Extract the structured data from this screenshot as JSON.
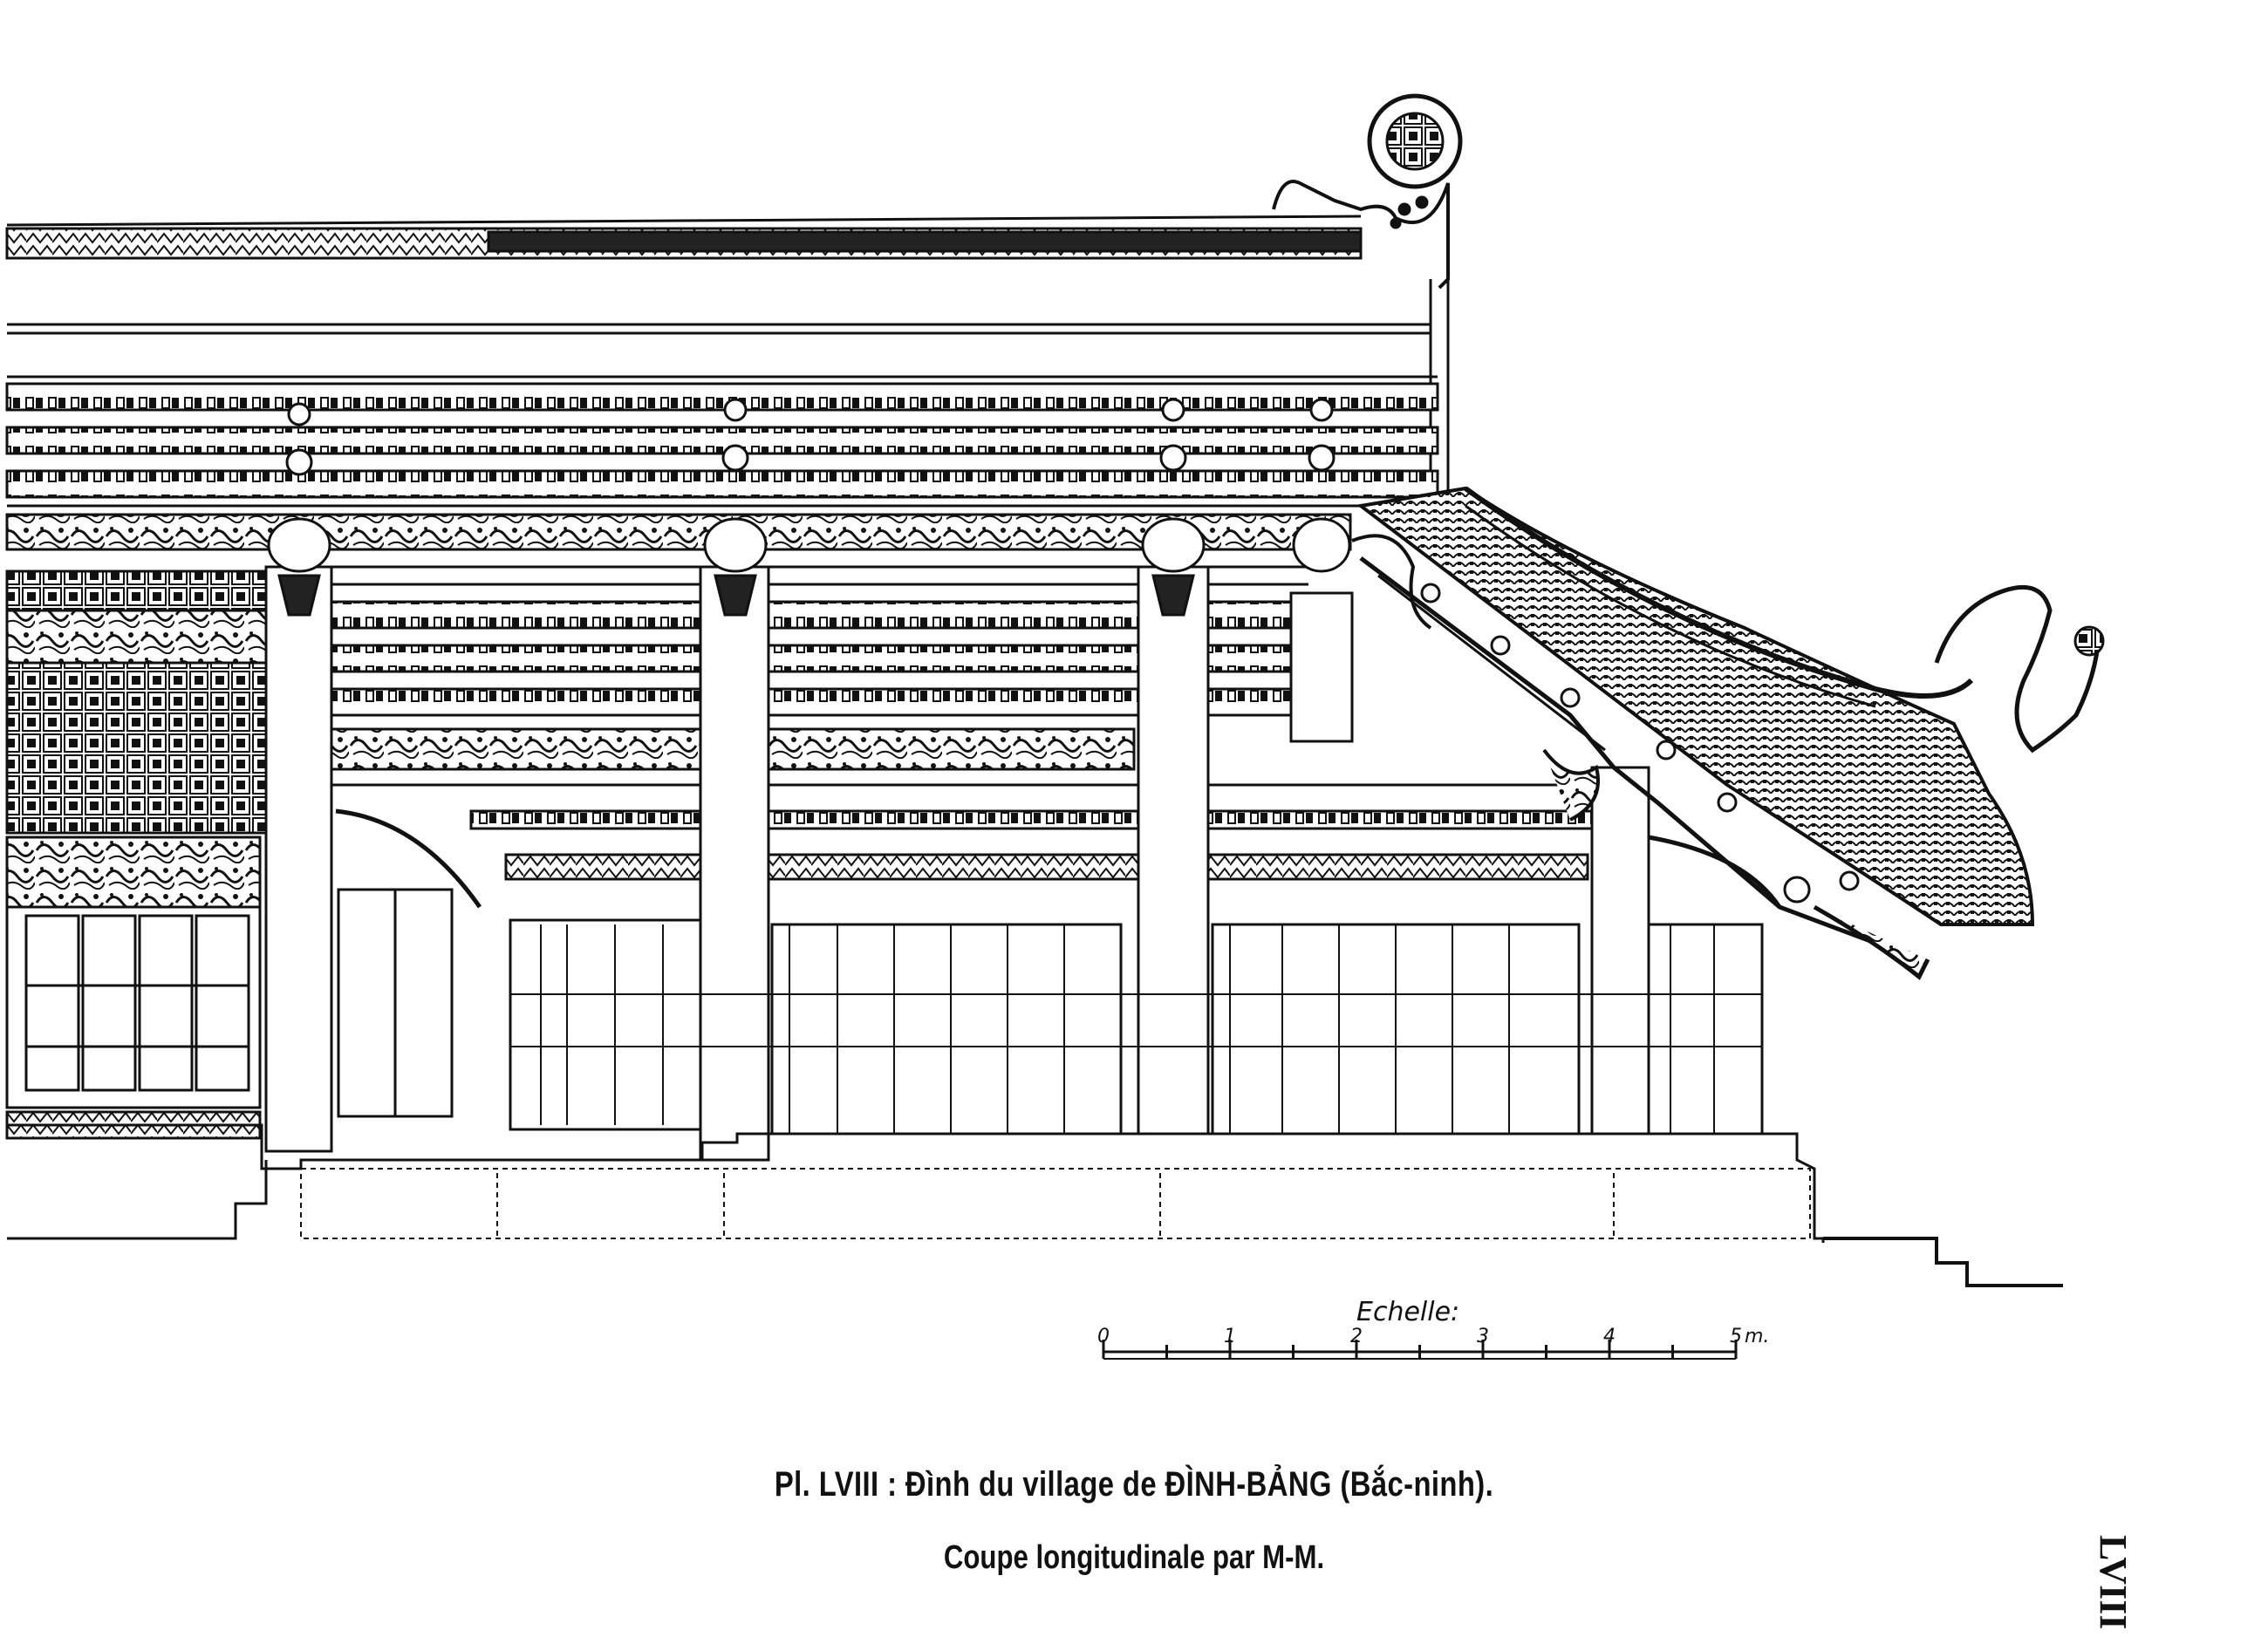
{
  "caption": {
    "line1": "Pl. LVIII : Đình du village de ĐÌNH-BẢNG (Bắc-ninh).",
    "line2": "Coupe longitudinale par M-M."
  },
  "plate_side_label": "LVIII",
  "scale": {
    "title": "Echelle:",
    "ticks": [
      "0",
      "1",
      "2",
      "3",
      "4",
      "5"
    ],
    "unit": "m.",
    "max_meters": 5
  },
  "colors": {
    "ink": "#111111",
    "paper": "#ffffff",
    "hatch": "#2a2a2a"
  }
}
